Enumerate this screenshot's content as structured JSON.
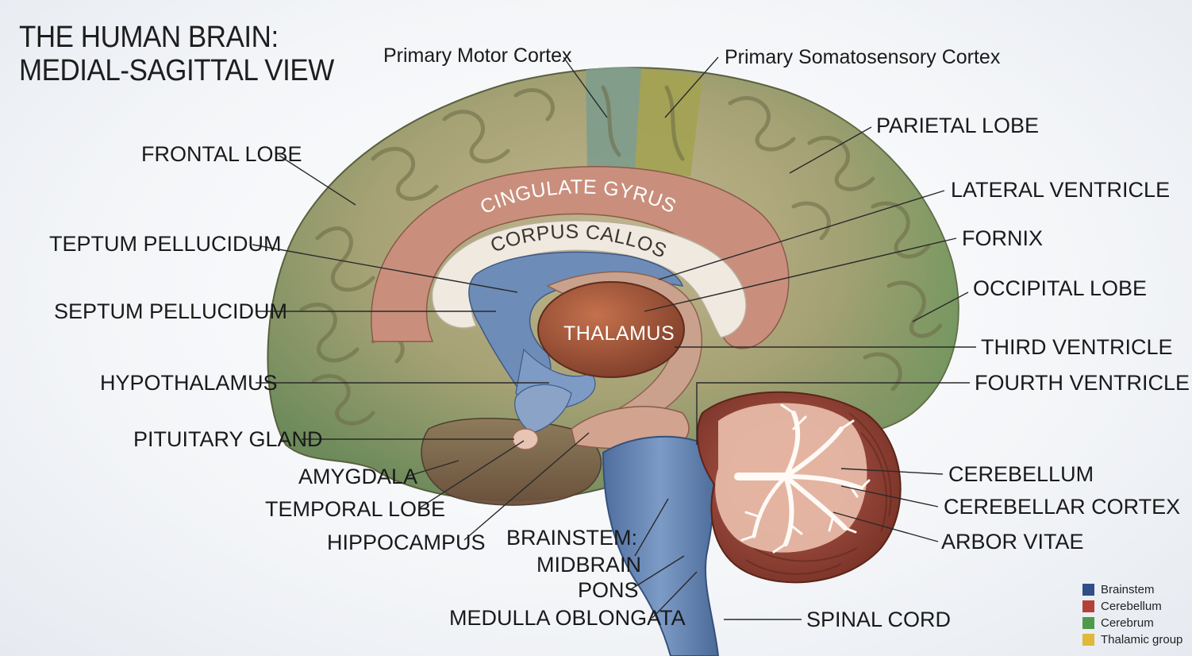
{
  "title": {
    "line1": "THE HUMAN BRAIN:",
    "line2": "MEDIAL-SAGITTAL VIEW"
  },
  "inner_labels": {
    "cingulate": "CINGULATE GYRUS",
    "corpus": "CORPUS CALLOSUM",
    "thalamus": "THALAMUS"
  },
  "labels": {
    "primary_motor": "Primary Motor Cortex",
    "primary_somato": "Primary Somatosensory Cortex",
    "frontal": "FRONTAL LOBE",
    "parietal": "PARIETAL LOBE",
    "lateral_ventricle": "LATERAL VENTRICLE",
    "teptum": "TEPTUM PELLUCIDUM",
    "fornix": "FORNIX",
    "occipital": "OCCIPITAL LOBE",
    "septum": "SEPTUM PELLUCIDUM",
    "third_ventricle": "THIRD VENTRICLE",
    "hypothalamus": "HYPOTHALAMUS",
    "fourth_ventricle": "FOURTH VENTRICLE",
    "pituitary": "PITUITARY GLAND",
    "amygdala": "AMYGDALA",
    "cerebellum": "CEREBELLUM",
    "temporal": "TEMPORAL LOBE",
    "cerebellar_cortex": "CEREBELLAR CORTEX",
    "hippocampus": "HIPPOCAMPUS",
    "brainstem": "BRAINSTEM:",
    "arbor": "ARBOR VITAE",
    "midbrain": "MIDBRAIN",
    "pons": "PONS",
    "medulla": "MEDULLA OBLONGATA",
    "spinal": "SPINAL CORD"
  },
  "legend": [
    {
      "name": "Brainstem",
      "color": "#2f4f86"
    },
    {
      "name": "Cerebellum",
      "color": "#b3413a"
    },
    {
      "name": "Cerebrum",
      "color": "#4f9a4a"
    },
    {
      "name": "Thalamic group",
      "color": "#e0b83a"
    }
  ],
  "colors": {
    "cortex": "#9a9f6e",
    "cortex_dark": "#6f7550",
    "motor_strip": "#7f9c8c",
    "somato_strip": "#a3a252",
    "cingulate": "#c98f7c",
    "corpus": "#efe9e0",
    "ventricle": "#6e8cb8",
    "thalamus": "#a4573b",
    "brainstem": "#6585b3",
    "cerebellum": "#9e4a3c",
    "arbor": "#f1d6c6"
  }
}
